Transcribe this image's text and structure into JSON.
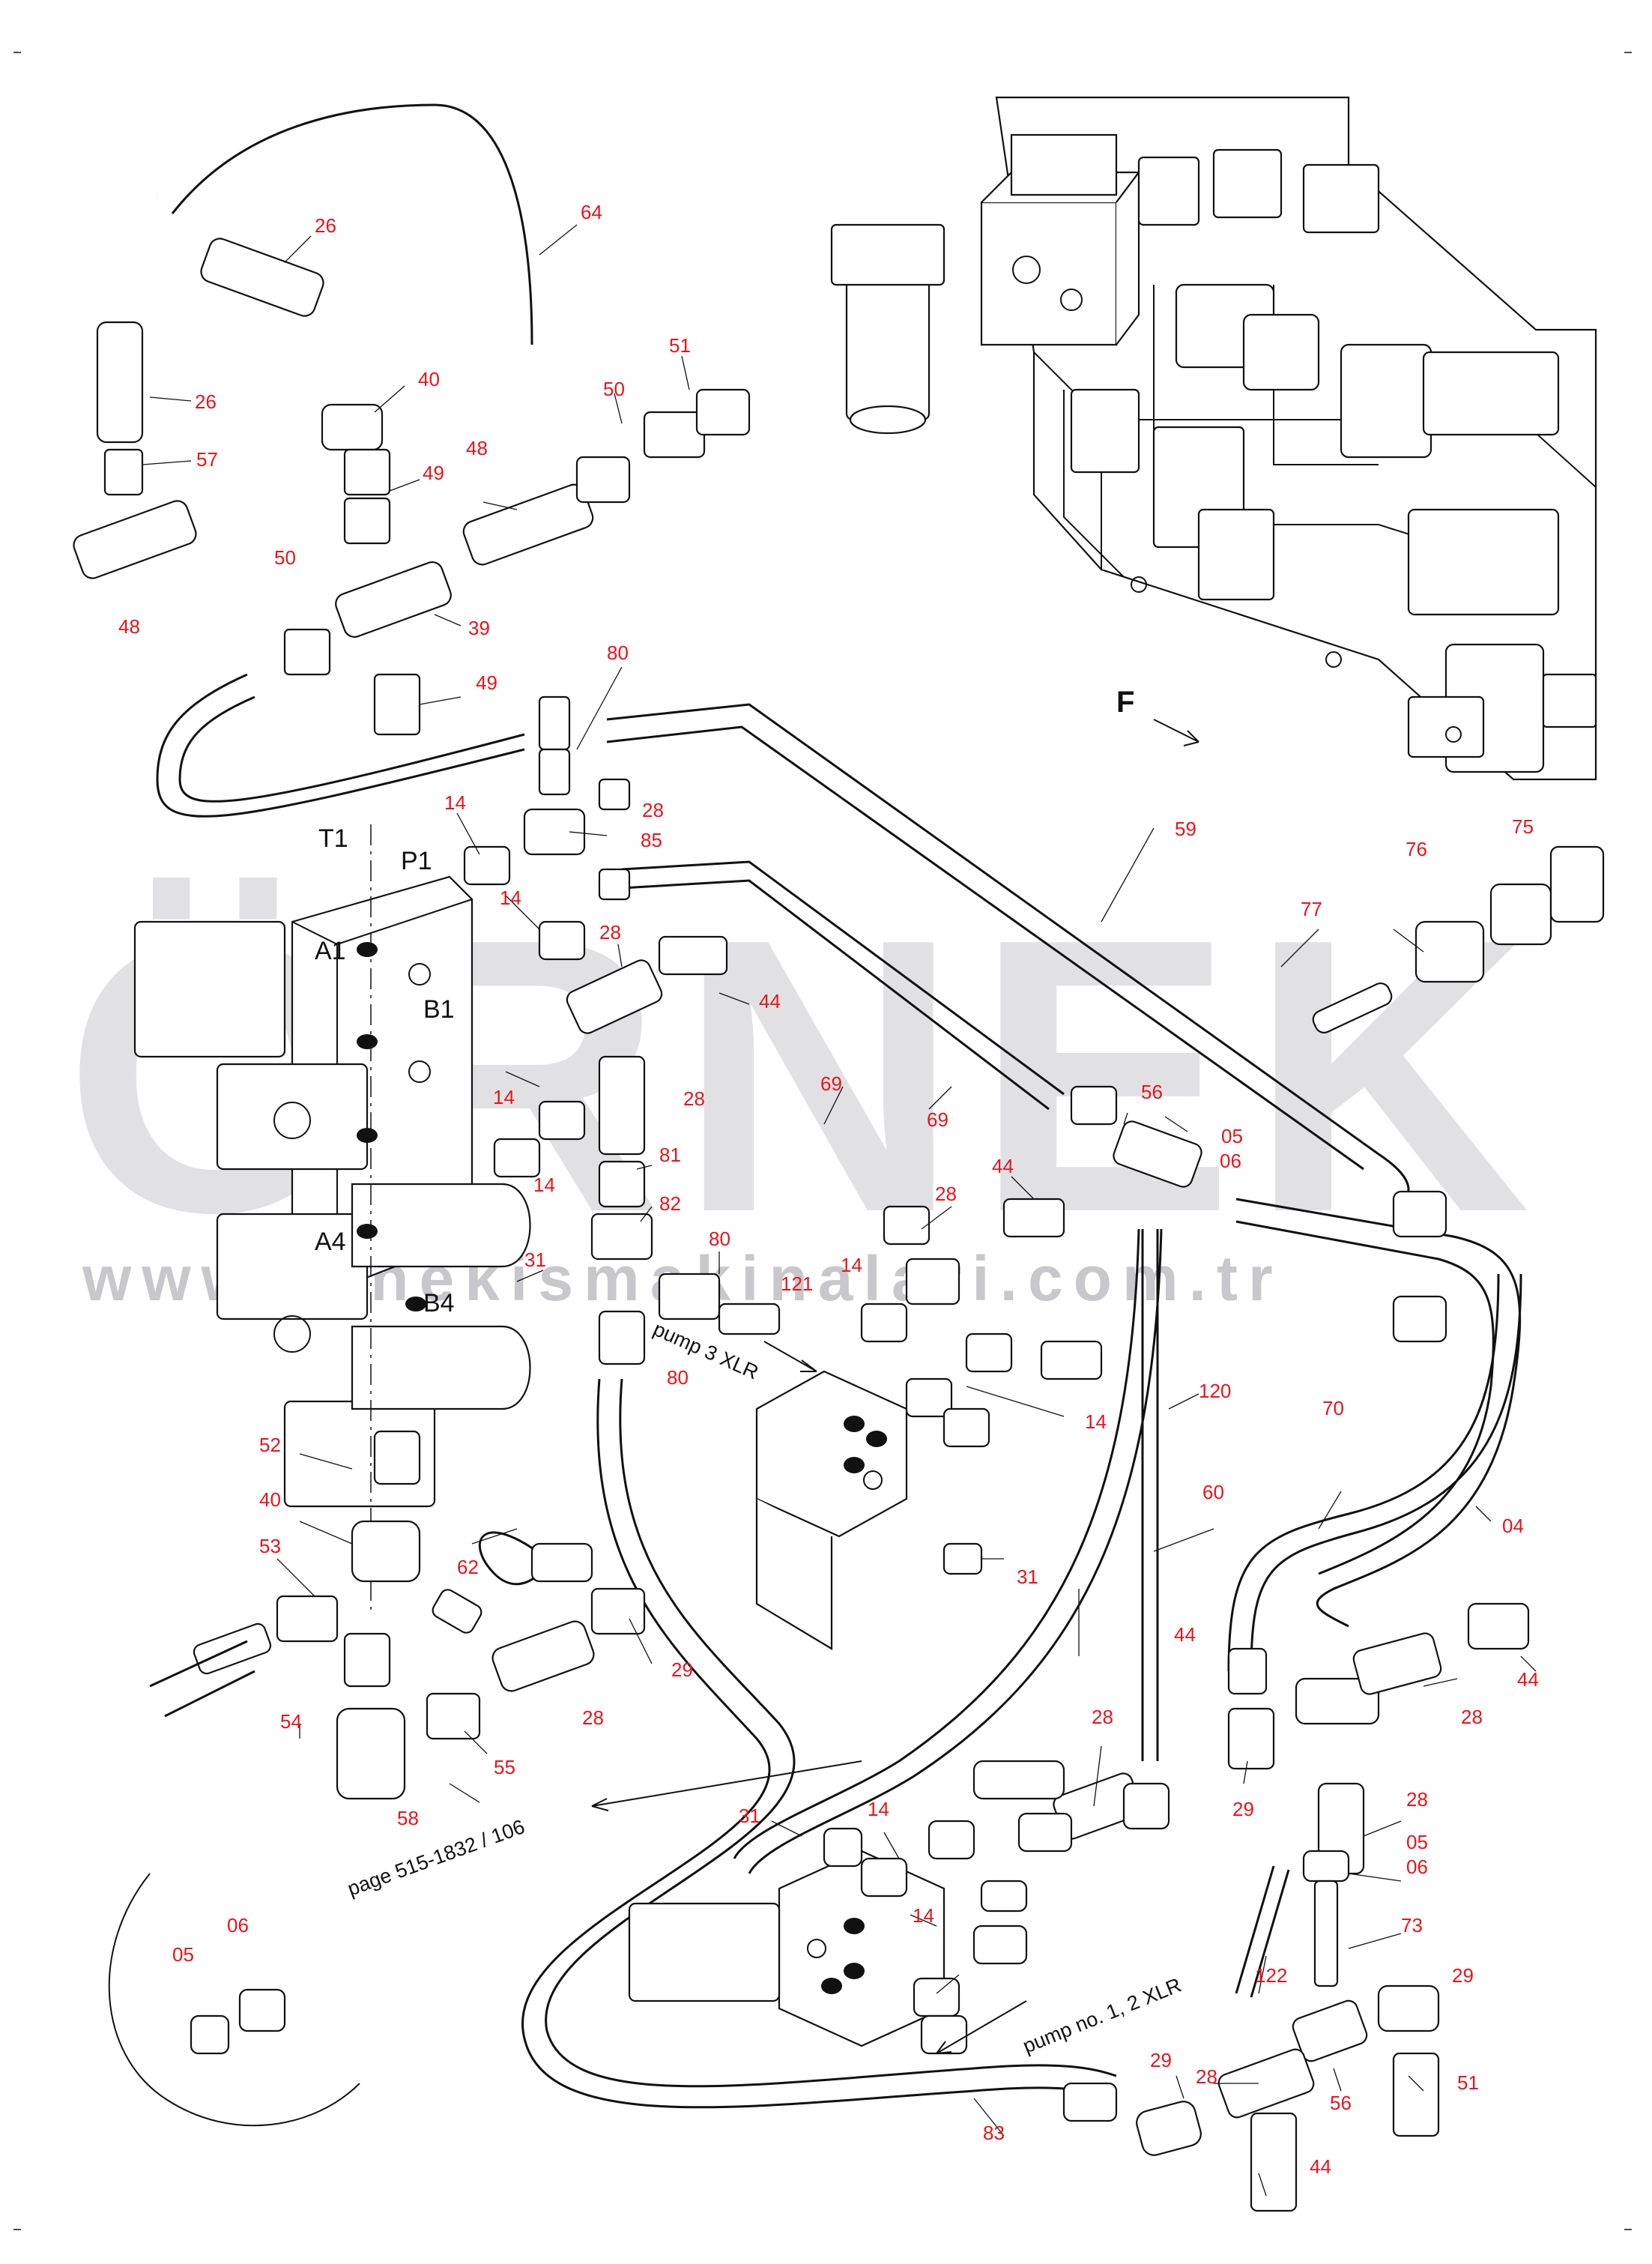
{
  "watermark": {
    "brand": "ÖRNEK",
    "url": "www.ornekismakinalari.com.tr"
  },
  "direction_label": "F",
  "port_labels": [
    "T1",
    "P1",
    "A1",
    "B1",
    "A4",
    "B4"
  ],
  "notes": {
    "pump3": "pump 3 XLR",
    "pump12": "pump no. 1, 2 XLR",
    "page_ref": "page 515-1832 / 106"
  },
  "callouts": [
    "26",
    "64",
    "26",
    "57",
    "48",
    "40",
    "49",
    "48",
    "50",
    "51",
    "50",
    "39",
    "49",
    "80",
    "14",
    "85",
    "28",
    "59",
    "75",
    "76",
    "77",
    "14",
    "28",
    "44",
    "14",
    "28",
    "69",
    "69",
    "56",
    "05",
    "06",
    "14",
    "81",
    "82",
    "44",
    "28",
    "31",
    "80",
    "121",
    "14",
    "80",
    "14",
    "120",
    "70",
    "04",
    "52",
    "40",
    "60",
    "53",
    "62",
    "31",
    "44",
    "29",
    "54",
    "28",
    "28",
    "44",
    "55",
    "58",
    "29",
    "28",
    "28",
    "31",
    "14",
    "05",
    "06",
    "14",
    "05",
    "06",
    "73",
    "122",
    "29",
    "28",
    "29",
    "56",
    "51",
    "83",
    "44"
  ]
}
